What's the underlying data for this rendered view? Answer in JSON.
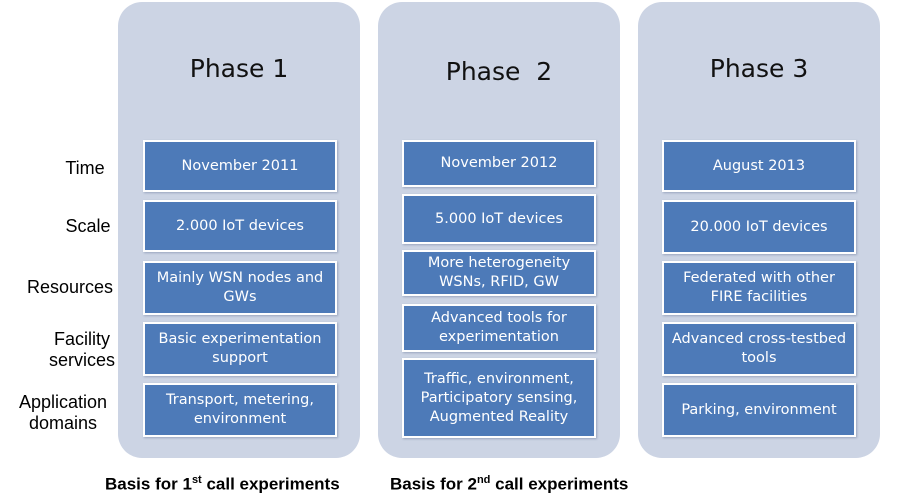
{
  "row_labels": [
    "Time",
    "Scale",
    "Resources",
    "Facility services",
    "Application domains"
  ],
  "row_labels_lines": {
    "time": "Time",
    "scale": "Scale",
    "resources": "Resources",
    "facility_1": "Facility",
    "facility_2": "services",
    "app_1": "Application",
    "app_2": "domains"
  },
  "phases": [
    {
      "title": "Phase 1",
      "time": "November 2011",
      "scale": "2.000 IoT devices",
      "resources": "Mainly WSN nodes and GWs",
      "facility_services": "Basic experimentation support",
      "application_domains": "Transport, metering, environment"
    },
    {
      "title": "Phase  2",
      "time": "November 2012",
      "scale": "5.000 IoT devices",
      "resources": "More heterogeneity WSNs, RFID, GW",
      "facility_services": "Advanced tools for experimentation",
      "application_domains": "Traffic, environment, Participatory sensing, Augmented Reality"
    },
    {
      "title": "Phase 3",
      "time": "August 2013",
      "scale": "20.000 IoT devices",
      "resources": "Federated with other FIRE facilities",
      "facility_services": "Advanced cross-testbed tools",
      "application_domains": "Parking, environment"
    }
  ],
  "footer": {
    "call1_prefix": "Basis for 1",
    "call1_sup": "st",
    "call1_suffix": " call experiments",
    "call2_prefix": "Basis for 2",
    "call2_sup": "nd",
    "call2_suffix": " call experiments"
  },
  "colors": {
    "phase_background": "#ccd4e4",
    "cell_fill": "#4d7ab8",
    "cell_text": "#ffffff"
  }
}
